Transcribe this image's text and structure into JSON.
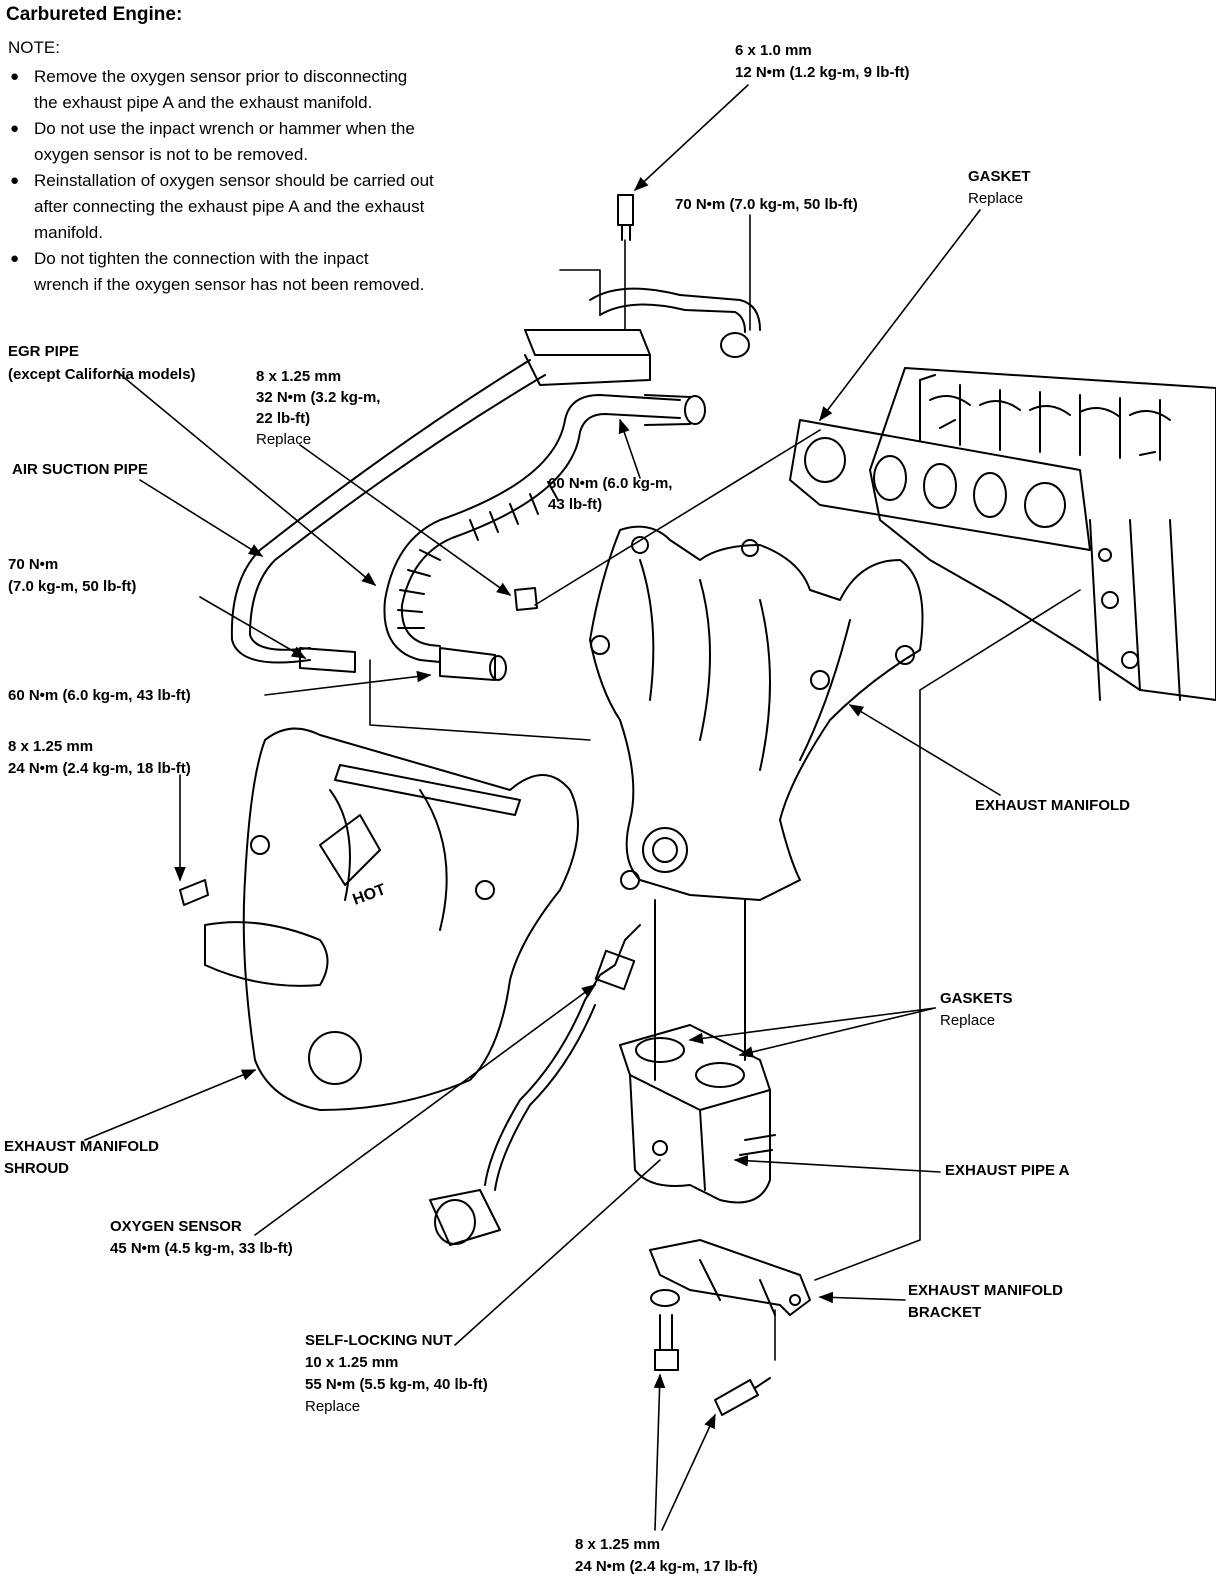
{
  "title": "Carbureted Engine:",
  "note_heading": "NOTE:",
  "notes": [
    [
      "Remove the oxygen sensor prior to disconnecting",
      "the exhaust pipe A and the exhaust manifold."
    ],
    [
      "Do not use the inpact wrench or hammer when the",
      "oxygen sensor is not to be removed."
    ],
    [
      "Reinstallation of oxygen sensor should be carried out",
      "after connecting the exhaust pipe A and the exhaust",
      "manifold."
    ],
    [
      "Do not tighten the connection with the inpact",
      "wrench if the oxygen sensor has not been removed."
    ]
  ],
  "labels": {
    "bolt_6x1": {
      "l1": "6 x 1.0 mm",
      "l2": "12 N•m (1.2 kg-m, 9 lb-ft)"
    },
    "torque_70_top": "70 N•m (7.0 kg-m, 50 lb-ft)",
    "gasket": {
      "l1": "GASKET",
      "l2": "Replace"
    },
    "egr_pipe": {
      "l1": "EGR PIPE",
      "l2": "(except California models)"
    },
    "nut_8x125_top": {
      "l1": "8 x 1.25 mm",
      "l2": "32 N•m (3.2 kg-m,",
      "l3": "22 lb-ft)",
      "l4": "Replace"
    },
    "air_suction_pipe": "AIR SUCTION PIPE",
    "torque_60_hose": {
      "l1": "60 N•m (6.0 kg-m,",
      "l2": "43 lb-ft)"
    },
    "torque_70_left": {
      "l1": "70 N•m",
      "l2": "(7.0 kg-m, 50 lb-ft)"
    },
    "torque_60_left": "60 N•m (6.0 kg-m, 43 lb-ft)",
    "bolt_8x125_left": {
      "l1": "8 x 1.25 mm",
      "l2": "24 N•m (2.4 kg-m, 18 lb-ft)"
    },
    "exhaust_manifold": "EXHAUST MANIFOLD",
    "gaskets": {
      "l1": "GASKETS",
      "l2": "Replace"
    },
    "exhaust_manifold_shroud": {
      "l1": "EXHAUST MANIFOLD",
      "l2": "SHROUD"
    },
    "exhaust_pipe_a": "EXHAUST PIPE A",
    "oxygen_sensor": {
      "l1": "OXYGEN SENSOR",
      "l2": "45 N•m (4.5 kg-m, 33 lb-ft)"
    },
    "bracket": {
      "l1": "EXHAUST MANIFOLD",
      "l2": "BRACKET"
    },
    "self_locking_nut": {
      "l1": "SELF-LOCKING NUT",
      "l2": "10 x 1.25 mm",
      "l3": "55 N•m (5.5 kg-m, 40 lb-ft)",
      "l4": "Replace"
    },
    "bolt_8x125_bottom": {
      "l1": "8 x 1.25 mm",
      "l2": "24 N•m (2.4 kg-m, 17 lb-ft)"
    }
  },
  "shroud_logo": "HOT"
}
